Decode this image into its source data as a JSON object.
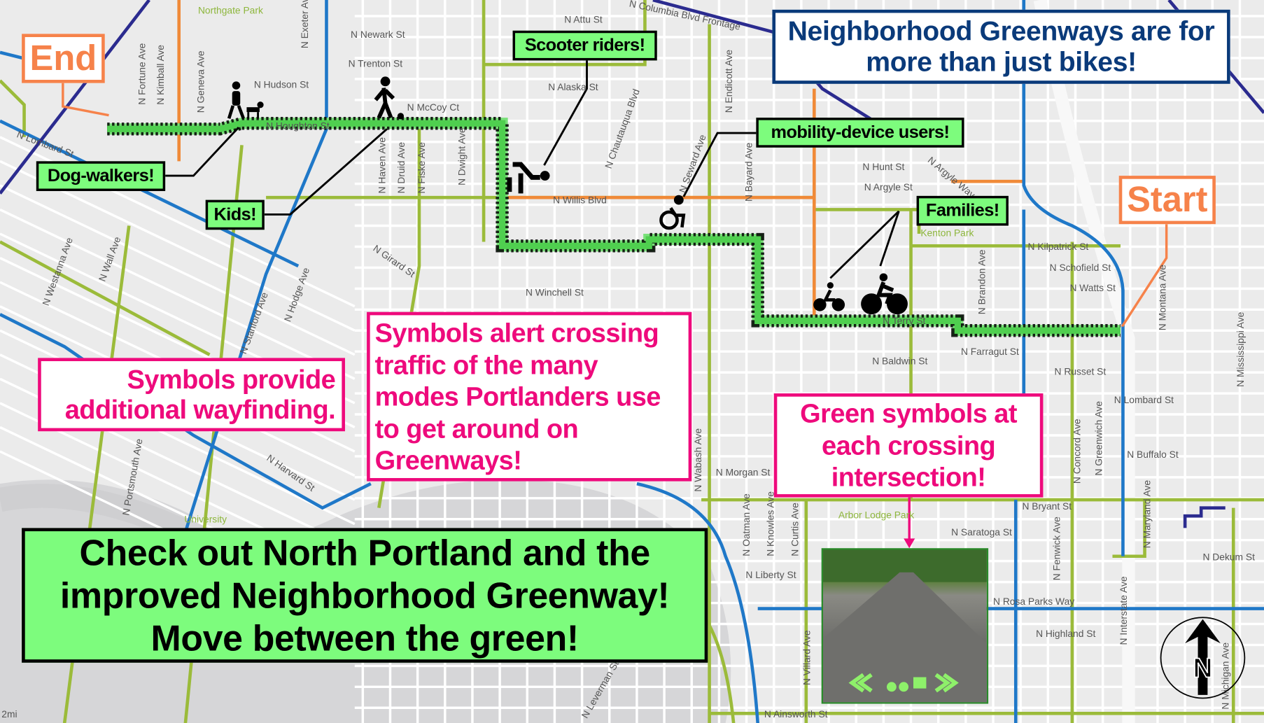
{
  "title": "Neighborhood Greenways are for more than just bikes!",
  "markers": {
    "start": "Start",
    "end": "End"
  },
  "callouts": {
    "scooter": "Scooter riders!",
    "dog_walkers": "Dog-walkers!",
    "kids": "Kids!",
    "mobility": "mobility-device users!",
    "families": "Families!"
  },
  "notes": {
    "wayfinding": "Symbols provide additional wayfinding.",
    "alert": "Symbols alert crossing traffic of the many modes Portlanders use to get around on Greenways!",
    "green_symbols": "Green symbols at each crossing intersection!"
  },
  "banner": "Check out North Portland and the improved Neighborhood Greenway! Move between the green!",
  "scale_label": "2mi",
  "north_label": "N",
  "parks": [
    "Northgate Park",
    "Kenton Park",
    "Arbor Lodge Park",
    "University"
  ],
  "streets": [
    "N Houghton St",
    "N Hudson St",
    "N McCoy Ct",
    "N Newark St",
    "N Trenton St",
    "N Alaska St",
    "N Willis Blvd",
    "N Winchell St",
    "N Terry St",
    "N Baldwin St",
    "N Farragut St",
    "N Russet St",
    "N Lombard St",
    "N Buffalo St",
    "N Bryant St",
    "N Saratoga St",
    "N Dekum St",
    "N Rosa Parks Way",
    "N Highland St",
    "N Ainsworth St",
    "N Argyle St",
    "N Hunt St",
    "N Kilpatrick St",
    "N Schofield St",
    "N Watts St",
    "N Girard St",
    "N Harvard St",
    "N Lombard St",
    "N Wabash Ave",
    "N Interstate Ave",
    "N Montana Ave",
    "N Brandon Ave",
    "N Fortune Ave",
    "N Kimball Ave",
    "N Geneva Ave",
    "N Exeter Ave",
    "N Dwight Ave",
    "N Haven Ave",
    "N Druid Ave",
    "N Fiske Ave",
    "N Concord Ave",
    "N Greenwich Ave",
    "N Maryland Ave",
    "N Fenwick Ave",
    "N Oatman Ave",
    "N Knowles Ave",
    "N Curtis Ave",
    "N Villard Ave",
    "N Liberty St",
    "N Morgan St",
    "N Leverman St",
    "N Portsmouth Ave",
    "N Westanna Ave",
    "N Wall Ave",
    "N Hodge Ave",
    "N Stanford Ave",
    "N Columbia Blvd Frontage",
    "N Attu St",
    "N Chautauqua Blvd",
    "N Seward Ave",
    "N Endicott Ave",
    "N Bayard Ave",
    "N Argyle Way",
    "N Mississippi Ave",
    "N Michigan Ave"
  ],
  "colors": {
    "greenway": "#5cd65c",
    "callout_bg": "#7dfc7d",
    "pink": "#ee0a7c",
    "orange": "#f6824a",
    "navy": "#0a3a7a",
    "bus_blue": "#1f78c8",
    "bike_olive": "#9bbb3a"
  }
}
